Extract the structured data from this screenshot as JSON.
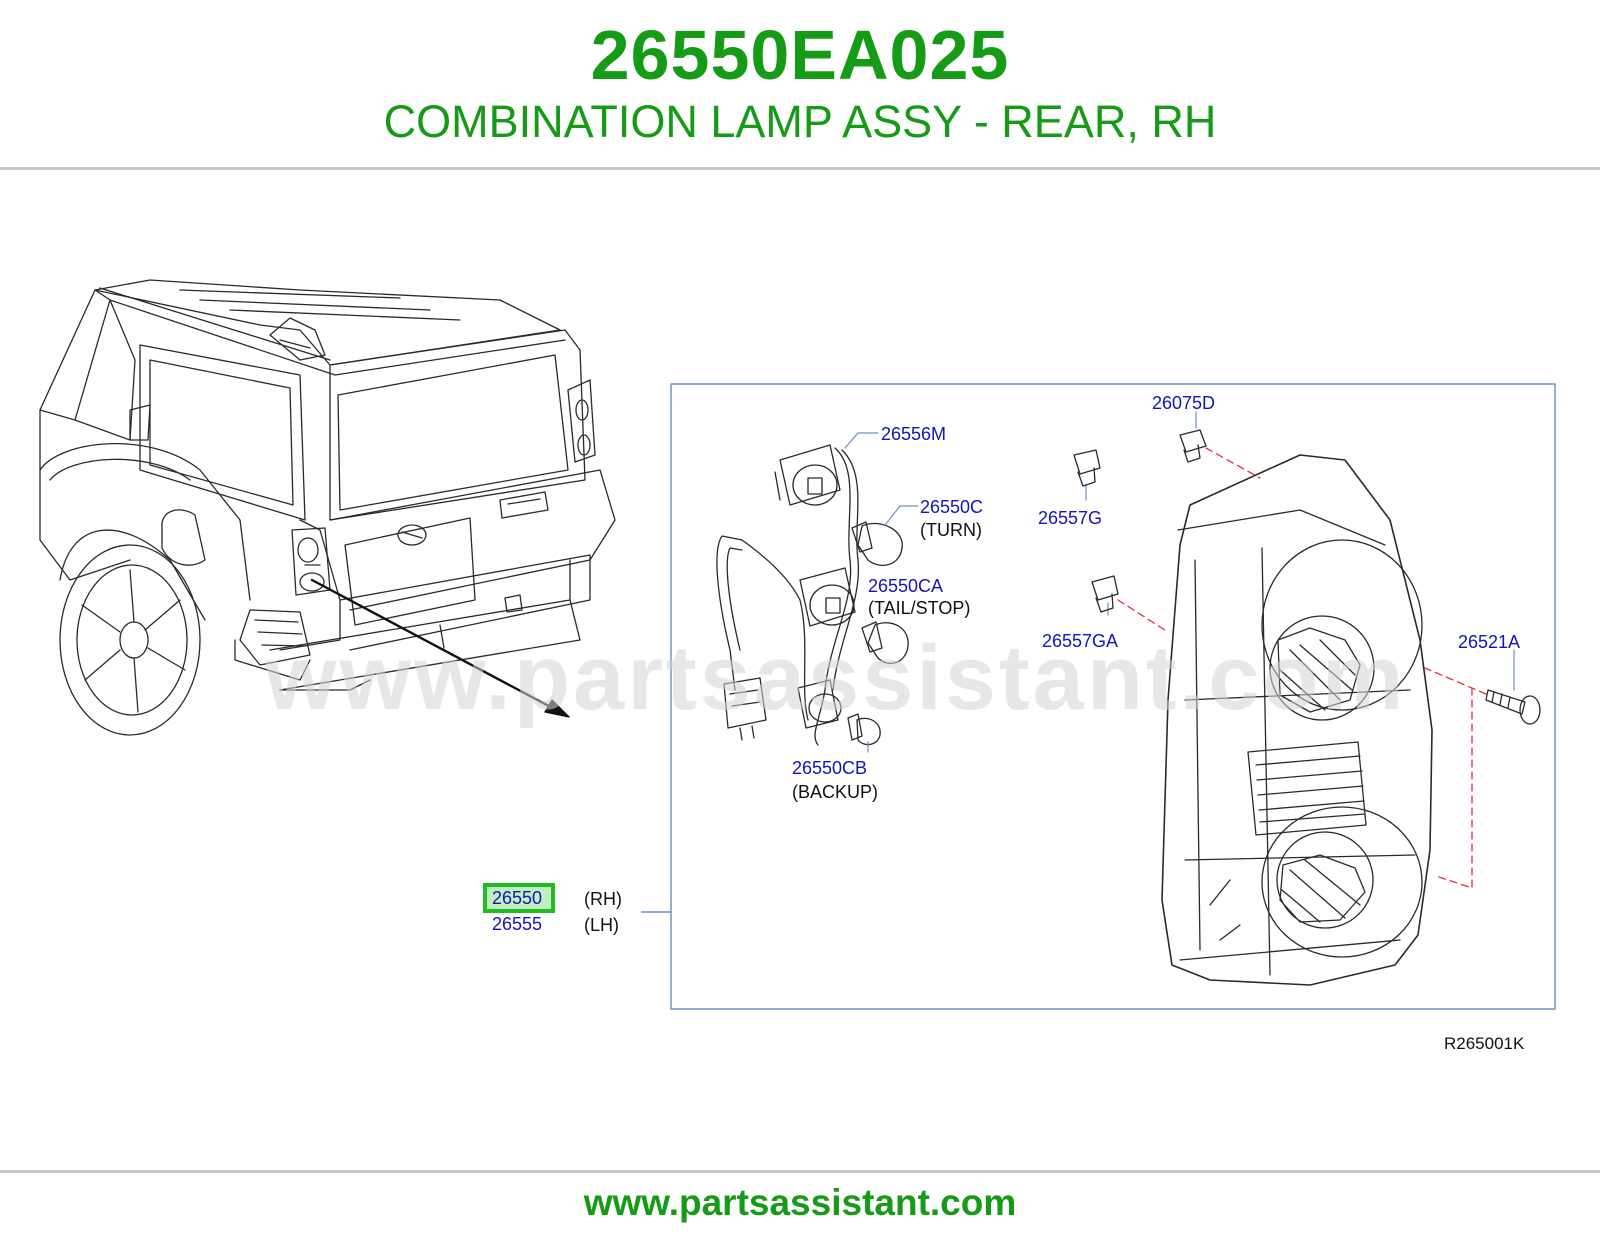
{
  "header": {
    "part_number": "26550EA025",
    "description": "COMBINATION LAMP ASSY - REAR, RH"
  },
  "watermark": "www.partsassistant.com",
  "callouts": {
    "p26556M": "26556M",
    "p26550C": "26550C",
    "p26550C_note": "(TURN)",
    "p26550CA": "26550CA",
    "p26550CA_note": "(TAIL/STOP)",
    "p26550CB": "26550CB",
    "p26550CB_note": "(BACKUP)",
    "p26075D": "26075D",
    "p26557G": "26557G",
    "p26557GA": "26557GA",
    "p26521A": "26521A",
    "p26550": "26550",
    "p26550_note": "(RH)",
    "p26555": "26555",
    "p26555_note": "(LH)"
  },
  "reference_code": "R265001K",
  "footer": {
    "link_text": "www.partsassistant.com"
  },
  "colors": {
    "brand_green": "#159b15",
    "callout_blue": "#1414b8",
    "highlight_border": "#22bb22",
    "highlight_fill": "#bff0bf",
    "frame_blue": "#6f8fc0",
    "leader_red": "#e0303a"
  }
}
